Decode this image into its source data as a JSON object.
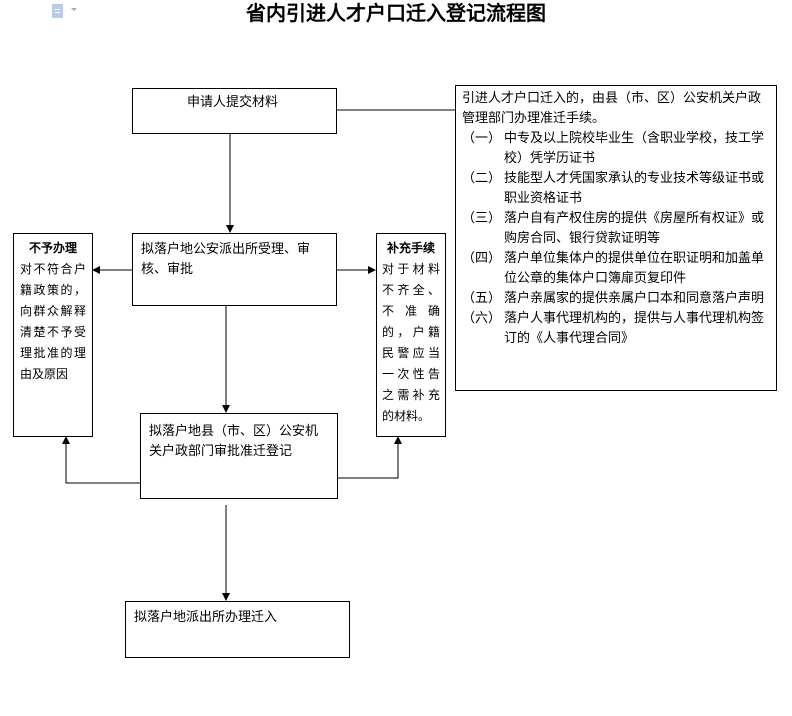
{
  "title": "省内引进人才户口迁入登记流程图",
  "toolbar": {
    "doc_icon": "document-icon",
    "caret_icon": "chevron-down-icon"
  },
  "steps": {
    "submit": "申请人提交材料",
    "police_station_review": "拟落户地公安派出所受理、审核、审批",
    "county_approval": "拟落户地县（市、区）公安机关户政部门审批准迁登记",
    "final": "拟落户地派出所办理迁入"
  },
  "reject": {
    "title": "不予办理",
    "text": "对不符合户籍政策的，向群众解释清楚不予受理批准的理由及原因"
  },
  "supplement": {
    "title": "补充手续",
    "text": "对于材料不齐全、不准确的，户籍民警应当一次性告之需补充的材料。"
  },
  "requirements": {
    "intro": "引进人才户口迁入的，由县（市、区）公安机关户政管理部门办理准迁手续。",
    "items": [
      {
        "num": "（一）",
        "text": "中专及以上院校毕业生（含职业学校，技工学校）凭学历证书"
      },
      {
        "num": "（二）",
        "text": "技能型人才凭国家承认的专业技术等级证书或职业资格证书"
      },
      {
        "num": "（三）",
        "text": "落户自有产权住房的提供《房屋所有权证》或购房合同、银行贷款证明等"
      },
      {
        "num": "（四）",
        "text": "落户单位集体户的提供单位在职证明和加盖单位公章的集体户口簿扉页复印件"
      },
      {
        "num": "（五）",
        "text": "落户亲属家的提供亲属户口本和同意落户声明"
      },
      {
        "num": "（六）",
        "text": "落户人事代理机构的，提供与人事代理机构签订的《人事代理合同》"
      }
    ]
  }
}
